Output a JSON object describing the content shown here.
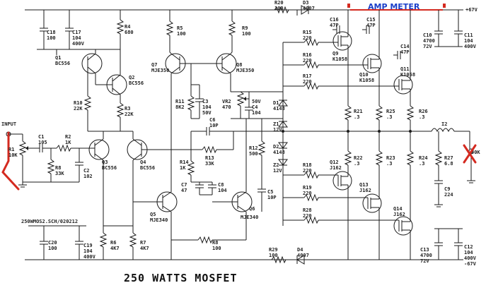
{
  "title": "250 WATTS MOSFET",
  "file_ref": "250WMOS2.SCH/020212",
  "amp_meter_label": "AMP METER",
  "input_label": "INPUT",
  "rails": {
    "positive": "+67V",
    "negative": "-67V"
  },
  "colors": {
    "ink": "#1a1a1a",
    "annotation_red": "#d42a20",
    "amp_meter_blue": "#1b3fc9",
    "paper": "#ffffff"
  },
  "components": {
    "r20": [
      "R20",
      "100"
    ],
    "d3": [
      "D3",
      "4007"
    ],
    "r29": [
      "R29",
      "100"
    ],
    "d4": [
      "D4",
      "4007"
    ],
    "c18": [
      "C18",
      "100"
    ],
    "c17": [
      "C17",
      "104",
      "400V"
    ],
    "c20": [
      "C20",
      "100"
    ],
    "c19": [
      "C19",
      "104",
      "400V"
    ],
    "q1": [
      "Q1",
      "BC556"
    ],
    "q2": [
      "Q2",
      "BC556"
    ],
    "q3": [
      "Q3",
      "BC556"
    ],
    "q4": [
      "Q4",
      "BC556"
    ],
    "q5": [
      "Q5",
      "MJE340"
    ],
    "q6": [
      "Q6",
      "MJE340"
    ],
    "q7": [
      "Q7",
      "MJE350"
    ],
    "q8": [
      "Q8",
      "MJE350"
    ],
    "r4": [
      "R4",
      "680"
    ],
    "r5": [
      "R5",
      "100"
    ],
    "r9": [
      "R9",
      "100"
    ],
    "r10": [
      "R10",
      "22K"
    ],
    "r3": [
      "R3",
      "22K"
    ],
    "r11": [
      "R11",
      "8K2"
    ],
    "c3": [
      "C3",
      "104",
      "50V"
    ],
    "vr2": [
      "VR2",
      "470"
    ],
    "c4": [
      "C4",
      "50V",
      "104"
    ],
    "r1": [
      "R1",
      "10K"
    ],
    "c1": [
      "C1",
      "105"
    ],
    "r2": [
      "R2",
      "1K"
    ],
    "r8": [
      "R8",
      "33K"
    ],
    "c2": [
      "C2",
      "102"
    ],
    "c6": [
      "C6",
      "10P"
    ],
    "r14": [
      "R14",
      "1K"
    ],
    "r13": [
      "R13",
      "33K"
    ],
    "c7": [
      "C7",
      "47"
    ],
    "c8": [
      "C8",
      "104"
    ],
    "r12": [
      "R12",
      "500"
    ],
    "c5": [
      "C5",
      "10P"
    ],
    "r6": [
      "R6",
      "4K7"
    ],
    "r7": [
      "R7",
      "4K7"
    ],
    "r30": [
      "R8",
      "100"
    ],
    "d1": [
      "D1",
      "4148"
    ],
    "z1": [
      "Z1",
      "12V"
    ],
    "d2": [
      "D2",
      "4148"
    ],
    "z2": [
      "Z2",
      "12V"
    ],
    "r15": [
      "R15",
      "220"
    ],
    "r16": [
      "R16",
      "220"
    ],
    "r17": [
      "R17",
      "220"
    ],
    "r18": [
      "R18",
      "220"
    ],
    "r19": [
      "R19",
      "220"
    ],
    "r28": [
      "R28",
      "220"
    ],
    "c16": [
      "C16",
      "47P"
    ],
    "c15": [
      "C15",
      "47P"
    ],
    "c14": [
      "C14",
      "47P"
    ],
    "q9": [
      "Q9",
      "K1058"
    ],
    "q10": [
      "Q10",
      "K1058"
    ],
    "q11": [
      "Q11",
      "K1058"
    ],
    "q12": [
      "Q12",
      "J162"
    ],
    "q13": [
      "Q13",
      "J162"
    ],
    "q14": [
      "Q14",
      "J162"
    ],
    "r21": [
      "R21",
      ".3"
    ],
    "r22": [
      "R22",
      ".3"
    ],
    "r25": [
      "R25",
      ".3"
    ],
    "r23": [
      "R23",
      ".3"
    ],
    "r26": [
      "R26",
      ".3"
    ],
    "r24": [
      "R24",
      ".3"
    ],
    "r27": [
      "R27",
      "6.8"
    ],
    "c9": [
      "C9",
      "224"
    ],
    "i2": [
      "I2",
      ""
    ],
    "c10": [
      "C10",
      "4700",
      "72V"
    ],
    "c11": [
      "C11",
      "104",
      "400V"
    ],
    "c13": [
      "C13",
      "4700",
      "72V"
    ],
    "c12": [
      "C12",
      "104",
      "400V"
    ],
    "spk": [
      "",
      "50K"
    ]
  }
}
